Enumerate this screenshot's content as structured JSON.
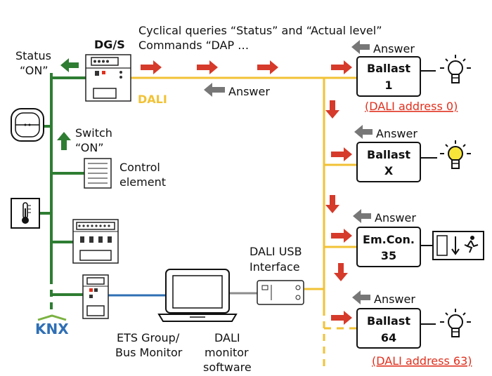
{
  "colors": {
    "dali_line": "#f2c235",
    "knx_line": "#2e7d32",
    "ip_line": "#2f6fb5",
    "usb_line": "#8c8c8c",
    "red_arrow": "#d63a2a",
    "green_arrow": "#2e7d32",
    "grey_arrow": "#777777",
    "link_red": "#e0301e",
    "lamp_on": "#f7e53a"
  },
  "gateway": {
    "name": "DG/S",
    "line_label": "DALI"
  },
  "header": {
    "line1": "Cyclical queries “Status” and “Actual level”",
    "line2": "Commands “DAP …"
  },
  "knx_side": {
    "status_line1": "Status",
    "status_line2": "“ON”",
    "switch_line1": "Switch",
    "switch_line2": "“ON”",
    "control_line1": "Control",
    "control_line2": "element",
    "logo": "KNX"
  },
  "bus_answer": "Answer",
  "ballasts": [
    {
      "line1": "Ballast",
      "line2": "1",
      "answer": "Answer",
      "address": "(DALI address 0)",
      "icon": "lamp-off-icon"
    },
    {
      "line1": "Ballast",
      "line2": "X",
      "answer": "Answer",
      "address": "",
      "icon": "lamp-on-icon"
    },
    {
      "line1": "Em.Con.",
      "line2": "35",
      "answer": "Answer",
      "address": "",
      "icon": "emergency-exit-sign-icon"
    },
    {
      "line1": "Ballast",
      "line2": "64",
      "answer": "Answer",
      "address": "(DALI address 63)",
      "icon": "lamp-off-icon"
    }
  ],
  "usb": {
    "line1": "DALI USB",
    "line2": "Interface"
  },
  "pc": {
    "ets_line1": "ETS Group/",
    "ets_line2": "Bus Monitor",
    "dali_line1": "DALI",
    "dali_line2": "monitor",
    "dali_line3": "software"
  }
}
